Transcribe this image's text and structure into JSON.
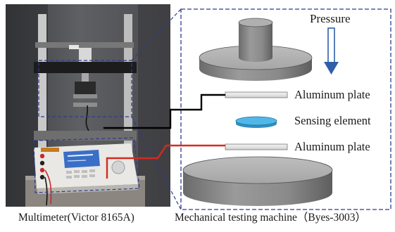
{
  "labels": {
    "pressure": "Pressure",
    "top_plate": "Aluminum plate",
    "sensing_element": "Sensing element",
    "bottom_plate": "Aluminum plate"
  },
  "captions": {
    "multimeter": "Multimeter(Victor 8165A)",
    "machine": "Mechanical testing machine（Byes-3003）"
  },
  "colors": {
    "frame_dash": "#2e3a8c",
    "arrow": "#2f5fa8",
    "sensor": "#4fb8e8",
    "lead_black": "#000000",
    "lead_red": "#d42a20"
  }
}
